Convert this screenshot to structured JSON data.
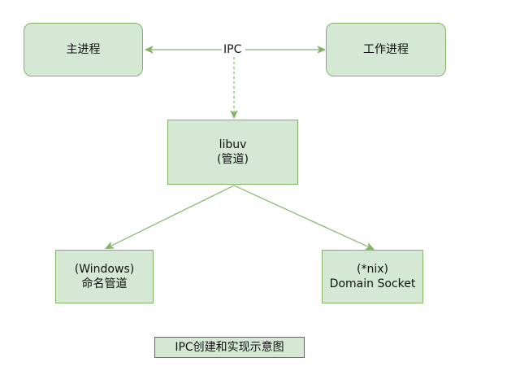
{
  "nodes": {
    "main_process": "主进程",
    "worker_process": "工作进程",
    "libuv_line1": "libuv",
    "libuv_line2": "(管道)",
    "windows_line1": "(Windows)",
    "windows_line2": "命名管道",
    "nix_line1": "(*nix)",
    "nix_line2": "Domain Socket"
  },
  "edges": {
    "ipc_label": "IPC"
  },
  "caption": "IPC创建和实现示意图",
  "colors": {
    "node_fill": "#d5e8d4",
    "node_stroke": "#82b366",
    "edge": "#82b366",
    "caption_border": "#666666"
  }
}
